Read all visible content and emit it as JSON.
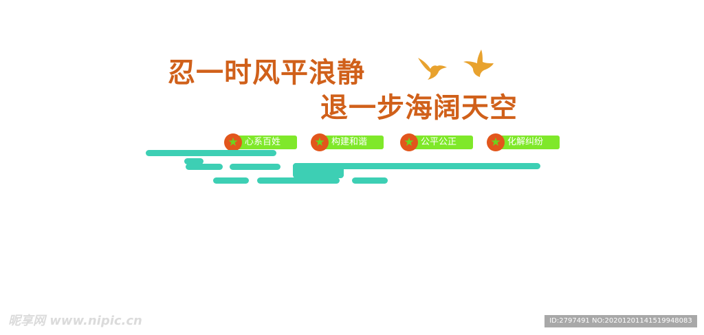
{
  "slogan": {
    "line1": "忍一时风平浪静",
    "line2": "退一步海阔天空"
  },
  "tags": [
    {
      "label": "心系百姓",
      "icon": "star-icon"
    },
    {
      "label": "构建和谐",
      "icon": "star-icon"
    },
    {
      "label": "公平公正",
      "icon": "star-icon"
    },
    {
      "label": "化解纠纷",
      "icon": "star-icon"
    }
  ],
  "star_glyph": "★",
  "watermark": {
    "left": "昵享网 www.nipic.cn",
    "right": "ID:2797491 NO:20201201141519948083"
  },
  "colors": {
    "title": "#d0601a",
    "bird": "#e8a22e",
    "tag_pill": "#7fe82a",
    "tag_badge": "#e2561c",
    "tag_star": "#6bd41f",
    "tag_text": "#ffffff",
    "cloud": "#3dcfb4",
    "watermark": "#999999",
    "watermark_box_bg": "#a8a8a8",
    "watermark_box_text": "#ffffff"
  }
}
